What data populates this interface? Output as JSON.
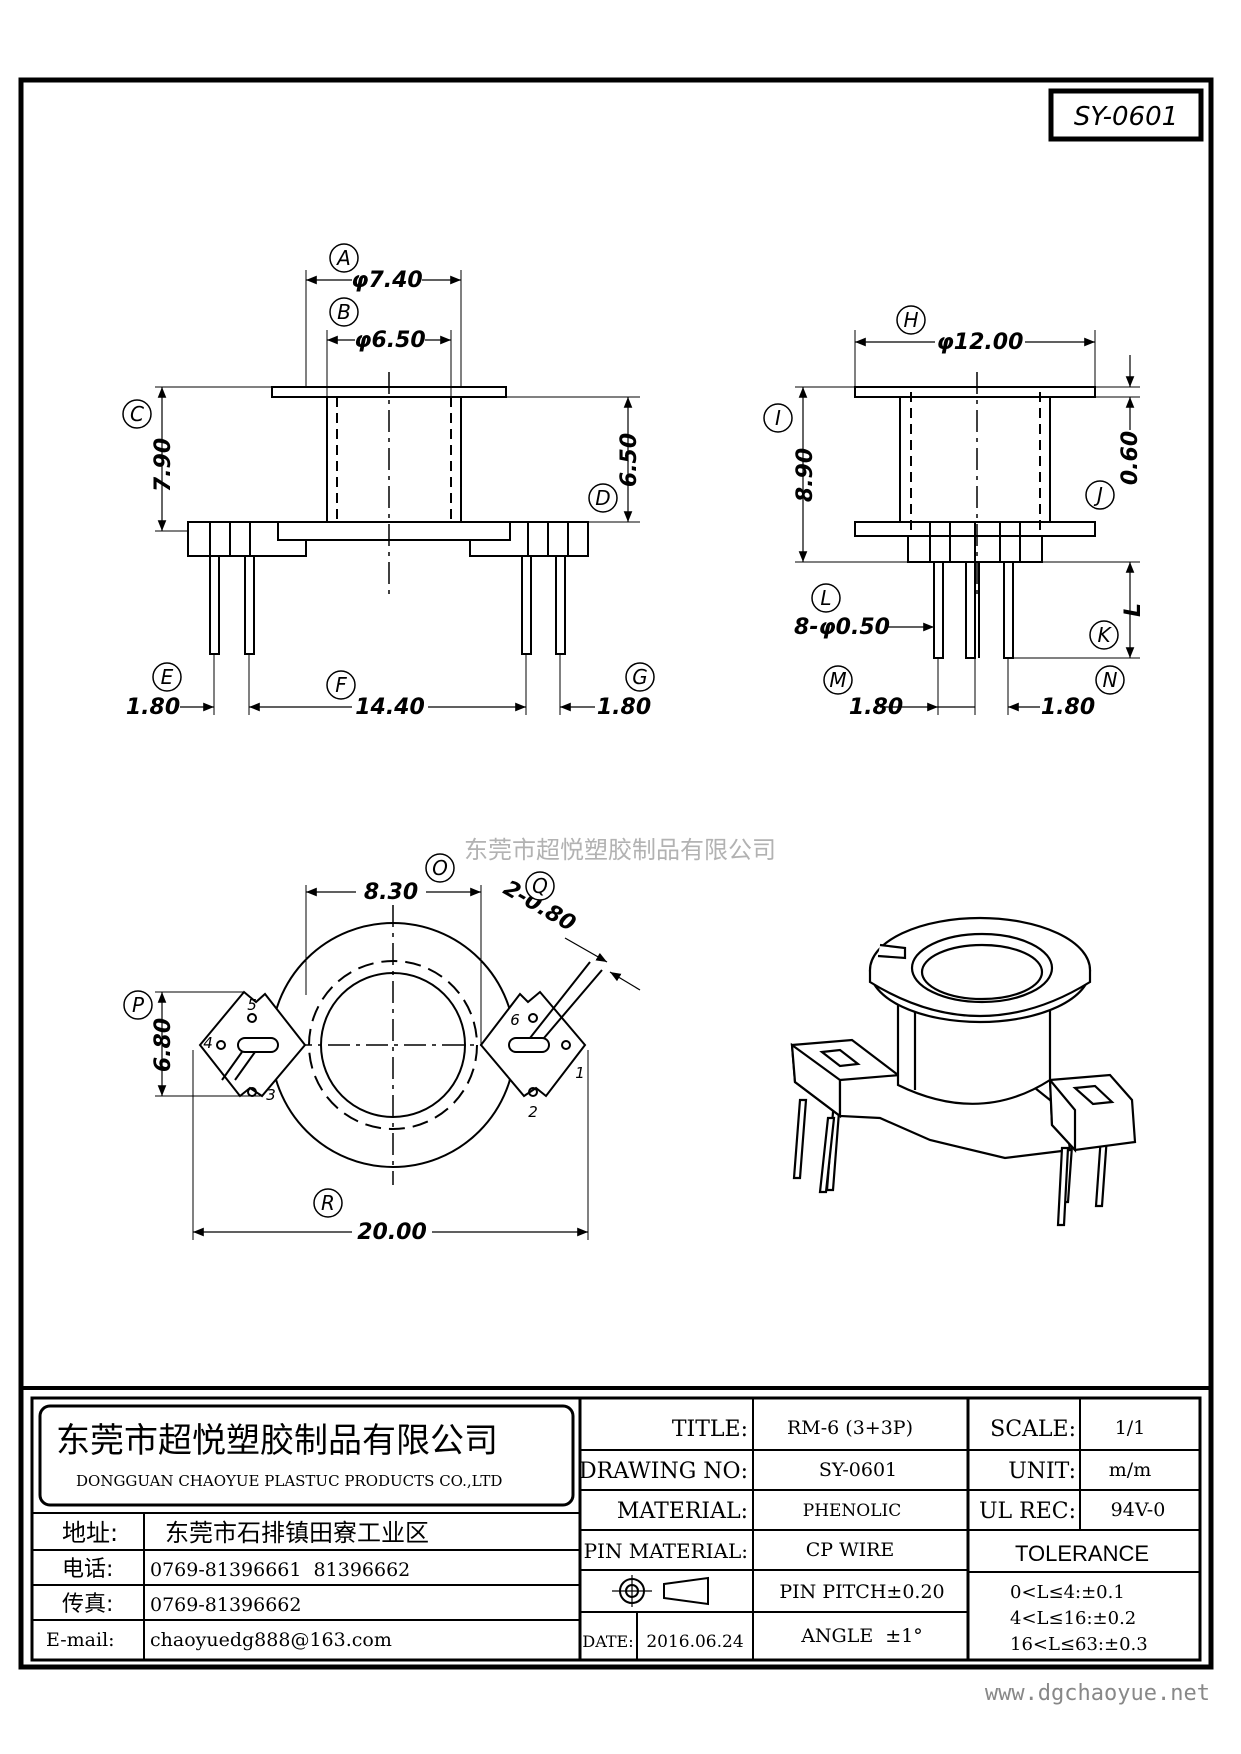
{
  "drawing_code": "SY-0601",
  "watermark": "东莞市超悦塑胶制品有限公司",
  "website": "www.dgchaoyue.net",
  "front_view": {
    "dim_a": "φ7.40",
    "dim_b": "φ6.50",
    "dim_c": "7.90",
    "dim_d": "6.50",
    "dim_e": "1.80",
    "dim_f": "14.40",
    "dim_g": "1.80"
  },
  "side_view": {
    "dim_h": "φ12.00",
    "dim_i": "8.90",
    "dim_j": "0.60",
    "dim_l": "8-φ0.50",
    "dim_k": "L",
    "dim_m": "1.80",
    "dim_n": "1.80"
  },
  "top_view": {
    "dim_o": "8.30",
    "dim_q": "2-0.80",
    "dim_p": "6.80",
    "dim_r": "20.00",
    "pins": [
      "1",
      "2",
      "3",
      "4",
      "5",
      "6"
    ]
  },
  "callouts": [
    "A",
    "B",
    "C",
    "D",
    "E",
    "F",
    "G",
    "H",
    "I",
    "J",
    "K",
    "L",
    "M",
    "N",
    "O",
    "P",
    "Q",
    "R"
  ],
  "company": {
    "name_cn": "东莞市超悦塑胶制品有限公司",
    "name_en": "DONGGUAN CHAOYUE PLASTUC PRODUCTS CO.,LTD",
    "address_label": "地址:",
    "address": "东莞市石排镇田寮工业区",
    "phone_label": "电话:",
    "phone": "0769-81396661  81396662",
    "fax_label": "传真:",
    "fax": "0769-81396662",
    "email_label": "E-mail:",
    "email": "chaoyuedg888@163.com"
  },
  "title_block": {
    "title_label": "TITLE:",
    "title": "RM-6 (3+3P)",
    "drawing_no_label": "DRAWING NO:",
    "drawing_no": "SY-0601",
    "material_label": "MATERIAL:",
    "material": "PHENOLIC",
    "pin_material_label": "PIN MATERIAL:",
    "pin_material": "CP WIRE",
    "pin_pitch": "PIN PITCH±0.20",
    "date_label": "DATE:",
    "date": "2016.06.24",
    "angle": "ANGLE  ±1°",
    "scale_label": "SCALE:",
    "scale": "1/1",
    "unit_label": "UNIT:",
    "unit": "m/m",
    "ul_label": "UL REC:",
    "ul": "94V-0",
    "tolerance_label": "TOLERANCE",
    "tolerance": [
      "0<L≤4:±0.1",
      "4<L≤16:±0.2",
      "16<L≤63:±0.3"
    ]
  }
}
